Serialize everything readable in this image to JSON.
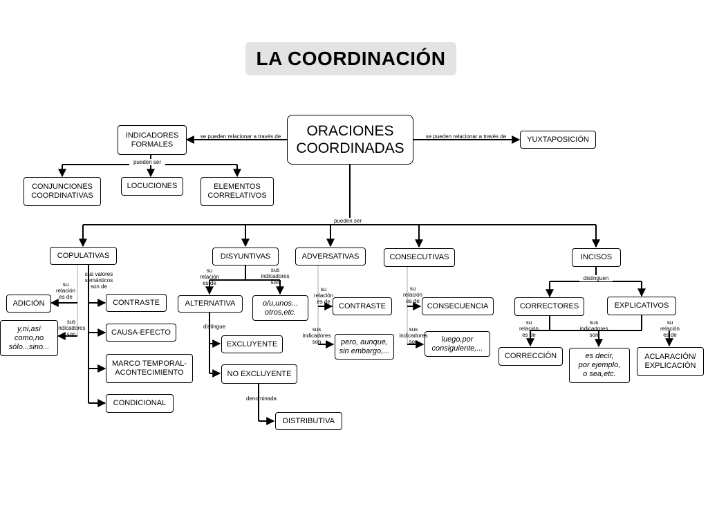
{
  "title": "LA COORDINACIÓN",
  "nodes": {
    "central": "ORACIONES\nCOORDINADAS",
    "indicadores": "INDICADORES\nFORMALES",
    "yuxtaposicion": "YUXTAPOSICIÓN",
    "conjunciones": "CONJUNCIONES\nCOORDINATIVAS",
    "locuciones": "LOCUCIONES",
    "correlativos": "ELEMENTOS\nCORRELATIVOS",
    "copulativas": "COPULATIVAS",
    "disyuntivas": "DISYUNTIVAS",
    "adversativas": "ADVERSATIVAS",
    "consecutivas": "CONSECUTIVAS",
    "incisos": "INCISOS",
    "adicion": "ADICIÓN",
    "y_ni_asi": "y,ni,así\ncomo,no\nsólo...sino...",
    "contraste_cop": "CONTRASTE",
    "causa_efecto": "CAUSA-EFECTO",
    "marco": "MARCO TEMPORAL-\nACONTECIMIENTO",
    "condicional": "CONDICIONAL",
    "alternativa": "ALTERNATIVA",
    "o_u": "o/u,unos...\notros,etc.",
    "excluyente": "EXCLUYENTE",
    "no_excluyente": "NO EXCLUYENTE",
    "distributiva": "DISTRIBUTIVA",
    "contraste_adv": "CONTRASTE",
    "pero": "pero, aunque,\nsin embargo,...",
    "consecuencia": "CONSECUENCIA",
    "luego": "luego,por\nconsiguiente,...",
    "correctores": "CORRECTORES",
    "explicativos": "EXPLICATIVOS",
    "correccion": "CORRECCIÓN",
    "es_decir": "es decir,\npor ejemplo,\no sea,etc.",
    "aclaracion": "ACLARACIÓN/\nEXPLICACIÓN"
  },
  "labels": {
    "relacionar_left": "se pueden relacionar a través de",
    "relacionar_right": "se pueden relacionar a través de",
    "pueden_ser_top": "pueden ser",
    "pueden_ser_main": "pueden ser",
    "cop_su_relacion": "su\nrelación\nes de",
    "cop_valores": "sus valores\nsemánticos\nson de",
    "cop_indicadores": "sus\nindicadores\nson",
    "dis_su_relacion": "su\nrelación\nes de",
    "dis_indicadores": "sus\nindicadores\nson",
    "distingue": "distingue",
    "denominada": "denominada",
    "adv_su_relacion": "su\nrelación\nes de",
    "adv_indicadores": "sus\nindicadores\nson",
    "con_su_relacion": "su\nrelación\nes de",
    "con_indicadores": "sus\nindicadores\nson",
    "distinguen": "distinguen",
    "inc_su_relacion_left": "su\nrelación\nes de",
    "inc_indicadores": "sus\nindicadores\nson",
    "inc_su_relacion_right": "su\nrelación\nes de"
  }
}
